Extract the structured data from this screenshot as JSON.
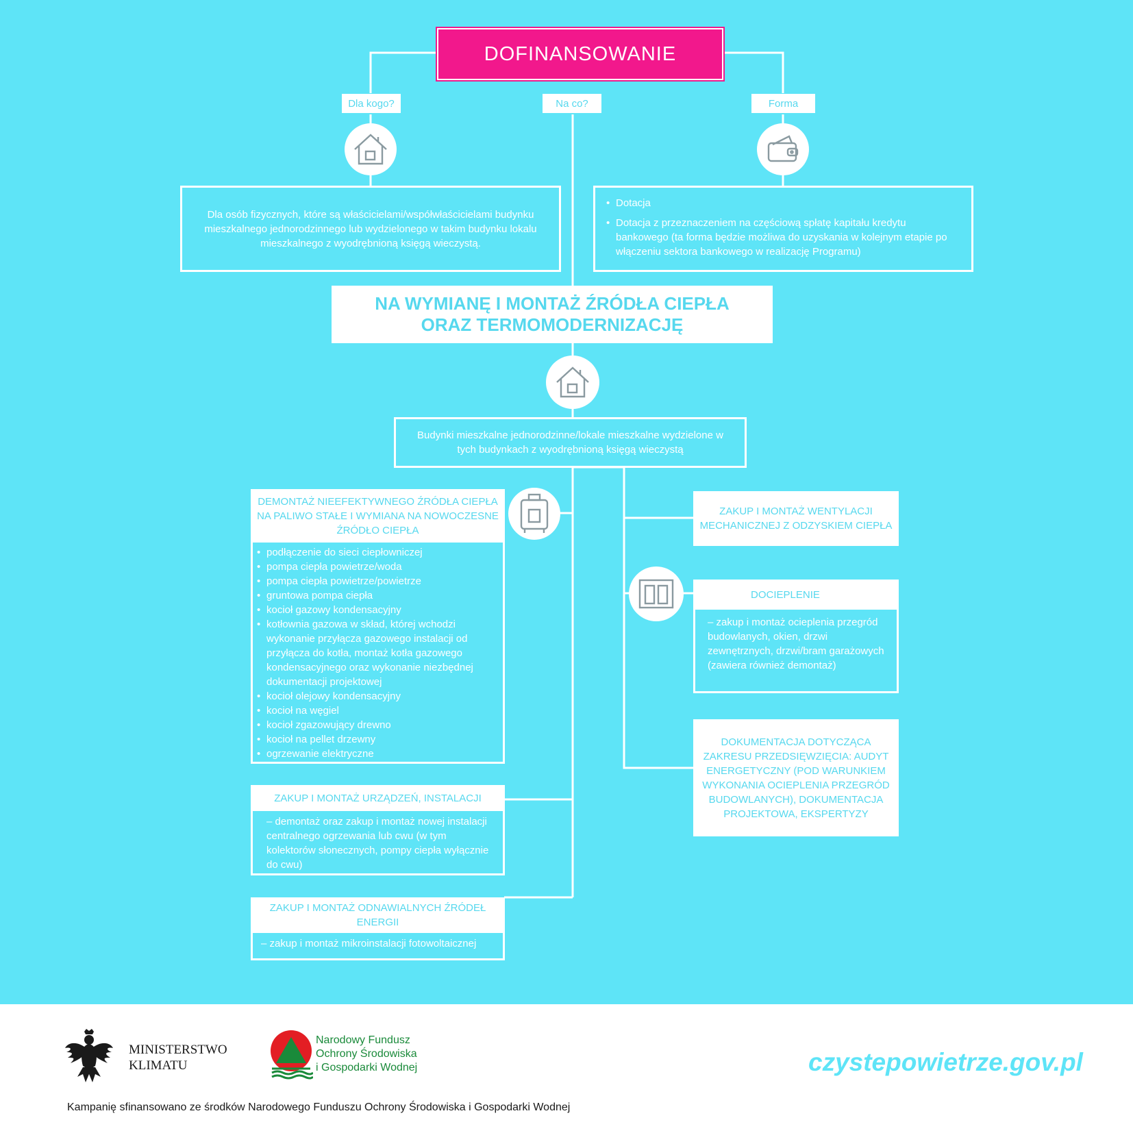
{
  "colors": {
    "background": "#5ee4f7",
    "accent_pink": "#f2188c",
    "white": "#ffffff",
    "text_blue": "#56d8ee",
    "url_blue": "#5ee4f7",
    "nfos_green": "#1a8a3a",
    "nfos_red": "#e31e24"
  },
  "top": {
    "title": "DOFINANSOWANIE",
    "tag_who": "Dla kogo?",
    "tag_what": "Na co?",
    "tag_form": "Forma",
    "who_icon": "house-icon",
    "form_icon": "wallet-icon",
    "who_text": "Dla osób fizycznych, które są właścicielami/współwłaścicielami budynku mieszkalnego jednorodzinnego lub wydzielonego w takim budynku lokalu mieszkalnego z wyodrębnioną księgą wieczystą.",
    "form_items": [
      "Dotacja",
      "Dotacja z przeznaczeniem na częściową spłatę kapitału kredytu bankowego (ta forma będzie możliwa do uzyskania w kolejnym etapie po włączeniu sektora bankowego w realizację Programu)"
    ]
  },
  "main": {
    "title_line1": "NA WYMIANĘ I MONTAŻ ŹRÓDŁA CIEPŁA",
    "title_line2": "ORAZ TERMOMODERNIZACJĘ",
    "house_icon": "house-icon",
    "buildings_text": "Budynki mieszkalne jednorodzinne/lokale mieszkalne wydzielone w tych budynkach z wyodrębnioną księgą wieczystą"
  },
  "left": {
    "demontaz_header": "DEMONTAŻ NIEEFEKTYWNEGO ŹRÓDŁA CIEPŁA NA PALIWO STAŁE I WYMIANA NA NOWOCZESNE ŹRÓDŁO CIEPŁA",
    "boiler_icon": "boiler-icon",
    "demontaz_items": [
      "podłączenie do sieci ciepłowniczej",
      "pompa ciepła powietrze/woda",
      "pompa ciepła powietrze/powietrze",
      "gruntowa pompa ciepła",
      "kocioł gazowy kondensacyjny",
      "kotłownia gazowa w skład, której wchodzi wykonanie przyłącza gazowego instalacji od przyłącza do kotła, montaż kotła gazowego kondensacyjnego oraz wykonanie niezbędnej dokumentacji projektowej",
      "kocioł olejowy kondensacyjny",
      "kocioł na węgiel",
      "kocioł zgazowujący drewno",
      "kocioł na pellet drzewny",
      "ogrzewanie elektryczne"
    ],
    "urzadzenia_header": "ZAKUP I MONTAŻ URZĄDZEŃ, INSTALACJI",
    "urzadzenia_text": "– demontaż oraz zakup i montaż nowej instalacji centralnego ogrzewania lub cwu (w tym kolektorów słonecznych, pompy ciepła wyłącznie do cwu)",
    "oze_header": "ZAKUP I MONTAŻ ODNAWIALNYCH ŹRÓDEŁ ENERGII",
    "oze_text": "– zakup i montaż mikroinstalacji fotowoltaicznej"
  },
  "right": {
    "wentylacja_header": "ZAKUP I MONTAŻ WENTYLACJI MECHANICZNEJ Z ODZYSKIEM CIEPŁA",
    "window_icon": "window-icon",
    "docieplenie_header": "DOCIEPLENIE",
    "docieplenie_text": "– zakup i montaż ocieplenia przegród budowlanych, okien, drzwi zewnętrznych, drzwi/bram garażowych (zawiera również demontaż)",
    "dokumentacja_header": "DOKUMENTACJA DOTYCZĄCA ZAKRESU PRZEDSIĘWZIĘCIA: AUDYT ENERGETYCZNY (POD WARUNKIEM WYKONANIA OCIEPLENIA PRZEGRÓD BUDOWLANYCH), DOKUMENTACJA PROJEKTOWA, EKSPERTYZY"
  },
  "footer": {
    "ministry_line1": "MINISTERSTWO",
    "ministry_line2": "KLIMATU",
    "ministry_icon": "eagle-emblem-icon",
    "nfos_line1": "Narodowy Fundusz",
    "nfos_line2": "Ochrony Środowiska",
    "nfos_line3": "i Gospodarki Wodnej",
    "nfos_icon": "nfosigw-logo-icon",
    "url": "czystepowietrze.gov.pl",
    "campaign_note": "Kampanię sfinansowano ze środków Narodowego Funduszu Ochrony Środowiska i Gospodarki Wodnej"
  }
}
